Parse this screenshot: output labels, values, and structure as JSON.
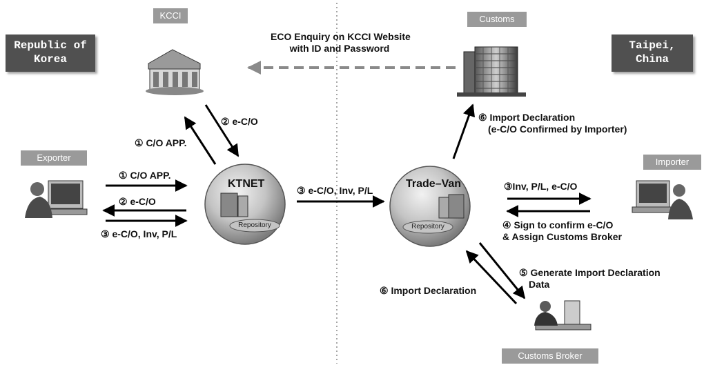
{
  "regions": {
    "left": "Republic of\nKorea",
    "right": "Taipei,\nChina"
  },
  "entities": {
    "kcci": "KCCI",
    "customs": "Customs",
    "exporter": "Exporter",
    "importer": "Importer",
    "customs_broker": "Customs Broker",
    "ktnet": "KTNET",
    "tradevan": "Trade–Van",
    "repository_left": "Repository",
    "repository_right": "Repository"
  },
  "flows": {
    "eco_enquiry": [
      "ECO Enquiry on KCCI Website",
      "with ID and Password"
    ],
    "ktnet_to_kcci": "① C/O APP.",
    "kcci_to_ktnet": "② e-C/O",
    "exp_app": "① C/O APP.",
    "exp_eco": "② e-C/O",
    "exp_docs": "③ e-C/O, Inv, P/L",
    "ktnet_tradevan": "③ e-C/O, Inv, P/L",
    "tv_customs": [
      "⑥ Import Declaration",
      "(e-C/O Confirmed by Importer)"
    ],
    "tv_importer": "③Inv, P/L, e-C/O",
    "importer_tv": [
      "④ Sign to confirm e-C/O",
      "& Assign Customs Broker"
    ],
    "broker_generate": [
      "⑤ Generate Import Declaration",
      "Data"
    ],
    "broker_import": "⑥ Import Declaration"
  }
}
